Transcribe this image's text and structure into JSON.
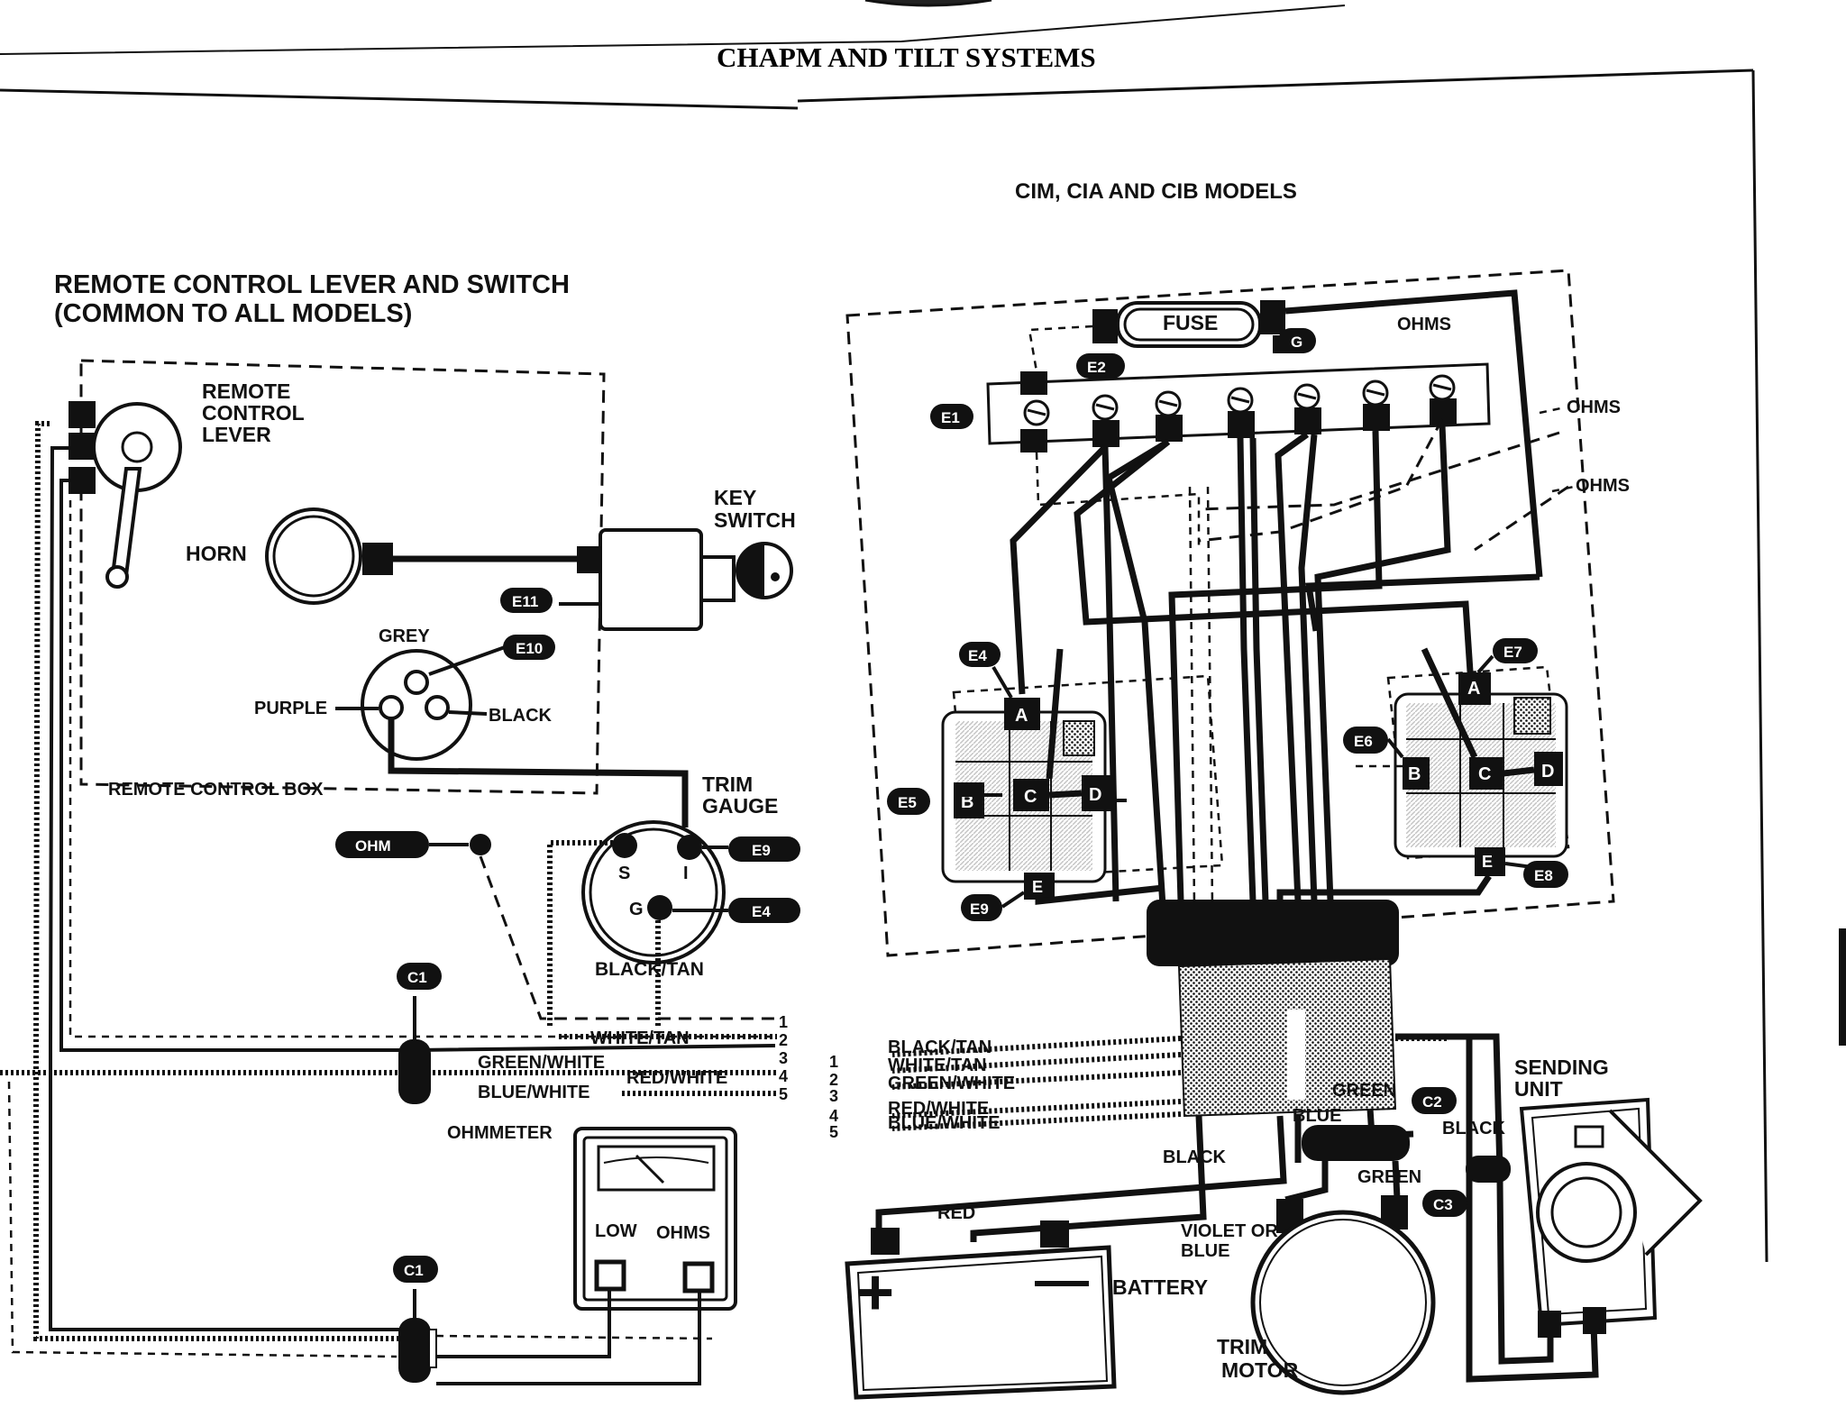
{
  "page": {
    "header": "CHAPM AND TILT SYSTEMS"
  },
  "left_panel": {
    "title_line1": "REMOTE CONTROL LEVER AND SWITCH",
    "title_line2": "(COMMON TO ALL MODELS)",
    "components": {
      "remote_control_lever": [
        "REMOTE",
        "CONTROL",
        "LEVER"
      ],
      "horn": "HORN",
      "key_switch": [
        "KEY",
        "SWITCH"
      ],
      "remote_control_box": "REMOTE CONTROL BOX",
      "trim_gauge": [
        "TRIM",
        "GAUGE"
      ],
      "ohmmeter": "OHMMETER",
      "ohmmeter_low": "LOW",
      "ohmmeter_ohms": "OHMS"
    },
    "connector_pins": {
      "grey": "GREY",
      "purple": "PURPLE",
      "black": "BLACK"
    },
    "gauge_terminals": {
      "s": "S",
      "i": "I",
      "g": "G"
    },
    "tags": {
      "e11": "E11",
      "e10": "E10",
      "ohm": "OHM",
      "e9": "E9",
      "e4": "E4",
      "c1_top": "C1",
      "c1_bottom": "C1"
    },
    "wires": {
      "black_tan": "BLACK/TAN",
      "white_tan": "WHITE/TAN",
      "green_white": "GREEN/WHITE",
      "red_white": "RED/WHITE",
      "blue_white": "BLUE/WHITE"
    },
    "wire_numbers": [
      "1",
      "2",
      "3",
      "4",
      "5"
    ]
  },
  "right_panel": {
    "title": "CIM, CIA AND CIB MODELS",
    "labels": {
      "fuse": "FUSE",
      "ohms_top": "OHMS",
      "ohms_mid1": "OHMS",
      "ohms_mid2": "OHMS",
      "sending_unit": [
        "SENDING",
        "UNIT"
      ],
      "battery": "BATTERY",
      "trim_motor": [
        "TRIM",
        "MOTOR"
      ],
      "violet_or_blue": [
        "VIOLET OR",
        "BLUE"
      ],
      "plus": "+",
      "minus": "—"
    },
    "tags": {
      "e1": "E1",
      "e2": "E2",
      "g": "G",
      "e4": "E4",
      "e7": "E7",
      "e5": "E5",
      "e6": "E6",
      "e9": "E9",
      "e8": "E8",
      "c2": "C2",
      "c3": "C3"
    },
    "relay_terminals": {
      "left": {
        "a": "A",
        "b": "B",
        "c": "C",
        "d": "D",
        "e": "E"
      },
      "right": {
        "a": "A",
        "b": "B",
        "c": "C",
        "d": "D",
        "e": "E"
      }
    },
    "harness_wires": {
      "black_tan": "BLACK/TAN",
      "white_tan": "WHITE/TAN",
      "green_white": "GREEN/WHITE",
      "red_white": "RED/WHITE",
      "blue_white": "BLUE/WHITE"
    },
    "wire_numbers": [
      "1",
      "2",
      "3",
      "4",
      "5"
    ],
    "wire_colors": {
      "green1": "GREEN",
      "blue": "BLUE",
      "black1": "BLACK",
      "green2": "GREEN",
      "black2": "BLACK",
      "red": "RED"
    }
  }
}
